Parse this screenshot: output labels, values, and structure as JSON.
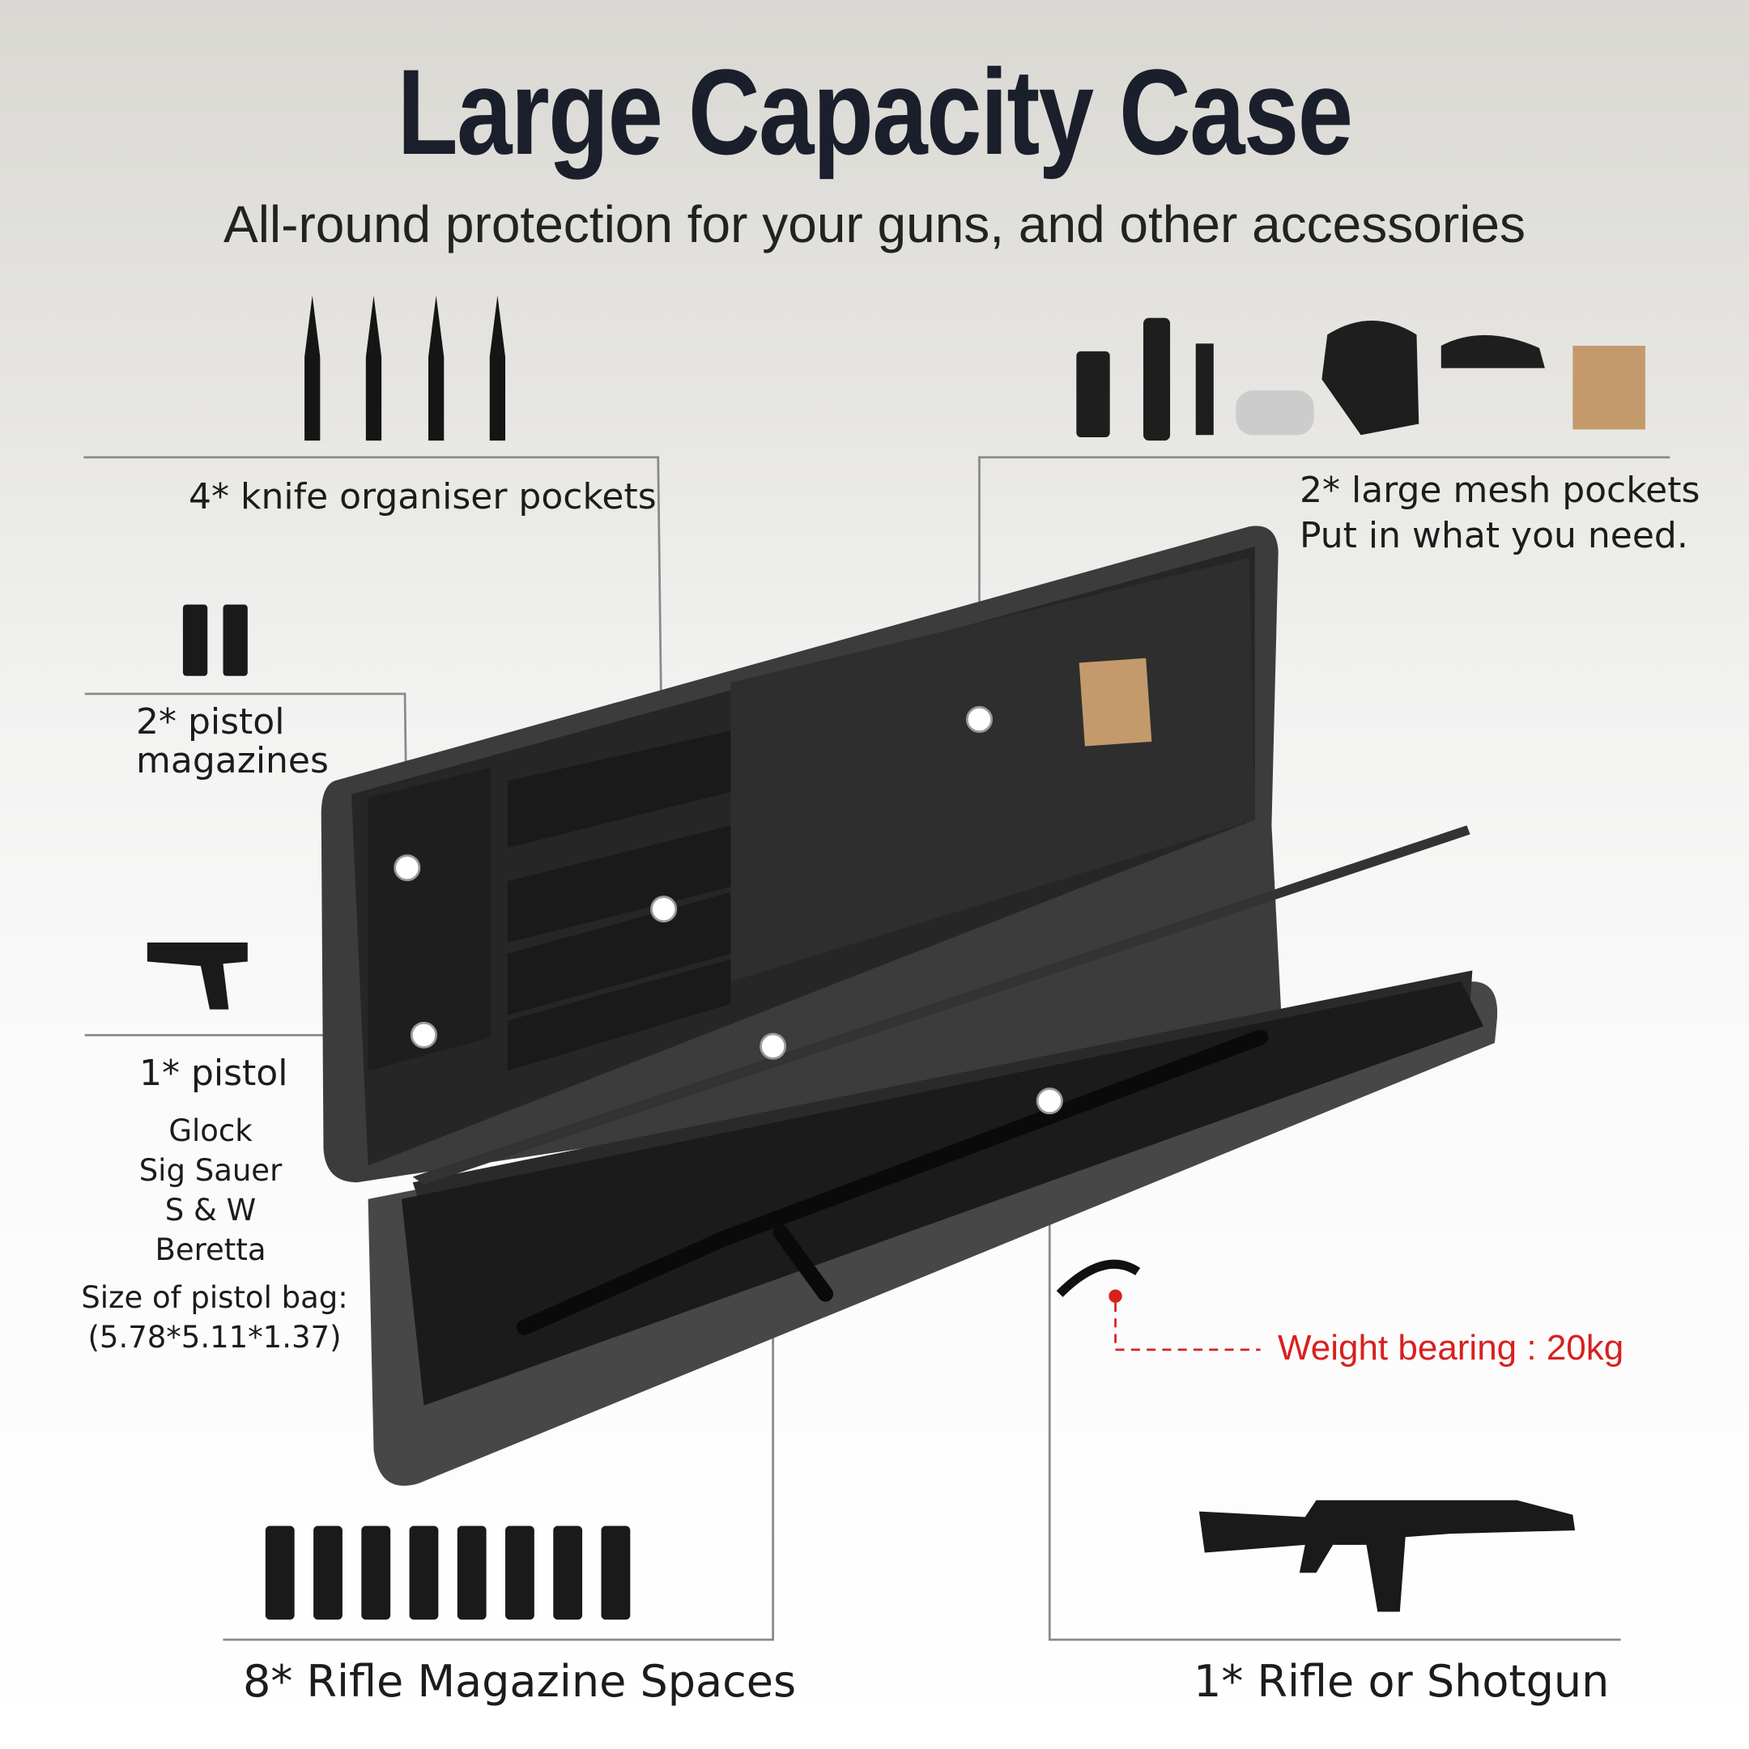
{
  "header": {
    "title": "Large Capacity Case",
    "subtitle": "All-round protection for your guns, and other accessories"
  },
  "callouts": {
    "knife": "4* knife organiser pockets",
    "mesh_line1": "2* large mesh pockets",
    "mesh_line2": "Put in what you need.",
    "mag_line1": "2* pistol",
    "mag_line2": "magazines",
    "pistol": "1* pistol",
    "pistol_models": [
      "Glock",
      "Sig Sauer",
      "S & W",
      "Beretta"
    ],
    "bag_size_label": "Size of pistol bag:",
    "bag_size_value": "(5.78*5.11*1.37)",
    "weight": "Weight bearing : 20kg",
    "rifle_mags": "8* Rifle Magazine Spaces",
    "rifle": "1* Rifle or Shotgun"
  },
  "colors": {
    "title": "#1a1f2b",
    "accent_red": "#d8201f",
    "case": "#3a3a3a",
    "leader": "#8a8a8a"
  }
}
